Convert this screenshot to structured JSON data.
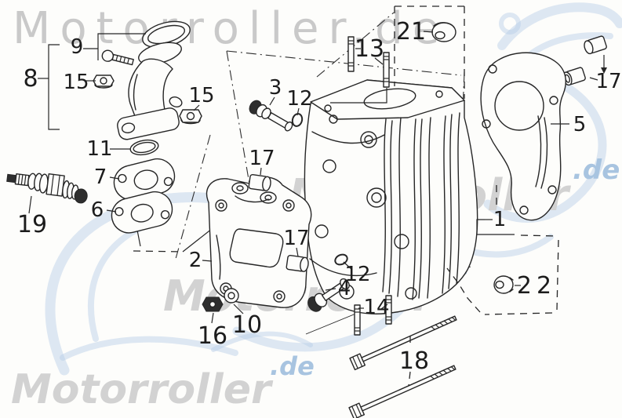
{
  "watermarks": {
    "top": "Motorroller.de",
    "middle_word": "Motorroller",
    "middle_de": ".de",
    "middle2_word": "Motorroller",
    "middle2_de": ".de",
    "bottom_word": "Motorroller",
    "bottom_de": ".de"
  },
  "colors": {
    "line": "#262626",
    "watermark_gray": "#c9c9c9",
    "watermark_blue": "#a8c4e0",
    "background": "#fdfdfb"
  },
  "labels": {
    "p1": "1",
    "p2": "2",
    "p3": "3",
    "p4": "4",
    "p5": "5",
    "p6": "6",
    "p7": "7",
    "p8": "8",
    "p9": "9",
    "p10": "10",
    "p11": "11",
    "p12a": "12",
    "p12b": "12",
    "p13": "13",
    "p14": "14",
    "p15a": "15",
    "p15b": "15",
    "p16": "16",
    "p17a": "17",
    "p17b": "17",
    "p17c": "17",
    "p18": "18",
    "p19": "19",
    "p21": "21",
    "p22": "22"
  }
}
